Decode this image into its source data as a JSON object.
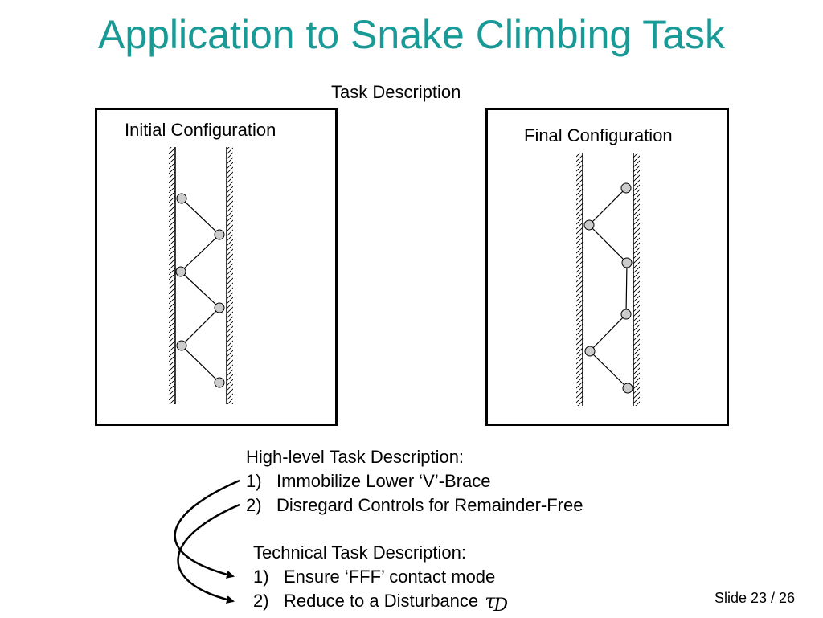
{
  "title": "Application to Snake Climbing Task",
  "subtitle": "Task Description",
  "panels": {
    "initial": {
      "label": "Initial Configuration"
    },
    "final": {
      "label": "Final Configuration"
    }
  },
  "high_level": {
    "heading": "High-level Task Description:",
    "items": [
      {
        "num": "1)",
        "text": "Immobilize Lower ‘V’-Brace"
      },
      {
        "num": "2)",
        "text": "Disregard Controls for Remainder-Free"
      }
    ]
  },
  "technical": {
    "heading": "Technical Task Description:",
    "items": [
      {
        "num": "1)",
        "text": "Ensure ‘FFF’ contact mode"
      },
      {
        "num": "2)",
        "text": "Reduce to a Disturbance"
      }
    ],
    "tau_symbol": "τ",
    "tau_subscript": "D"
  },
  "footer": {
    "slide_label": "Slide 23 / 26"
  },
  "colors": {
    "title": "#1a9a96",
    "joint_fill": "#cccccc"
  }
}
